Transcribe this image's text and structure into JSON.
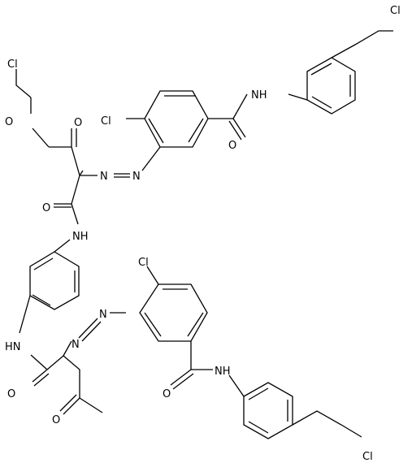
{
  "labels": {
    "ch2cl_top_ring": "Cl",
    "nh_top_amide": "NH",
    "o_top_amide": "O",
    "cl_top_arene": "Cl",
    "cl_chloromethoxy": "Cl",
    "o_ether": "O",
    "o_ketone_top": "O",
    "n_azo_top_a": "N",
    "n_azo_top_b": "N",
    "o_amide_upper": "O",
    "nh_upper_linker": "NH",
    "cl_bottom_arene": "Cl",
    "n_azo_bottom_a": "N",
    "n_azo_bottom_b": "N",
    "nh_lower_linker": "HN",
    "o_amide_lower": "O",
    "o_ketone_bottom": "O",
    "o_bottom_amide": "O",
    "nh_bottom_amide": "NH",
    "ch2cl_bottom_ring": "Cl"
  },
  "colors": {
    "bond": "#000000",
    "text": "#000000",
    "background": "#ffffff"
  }
}
